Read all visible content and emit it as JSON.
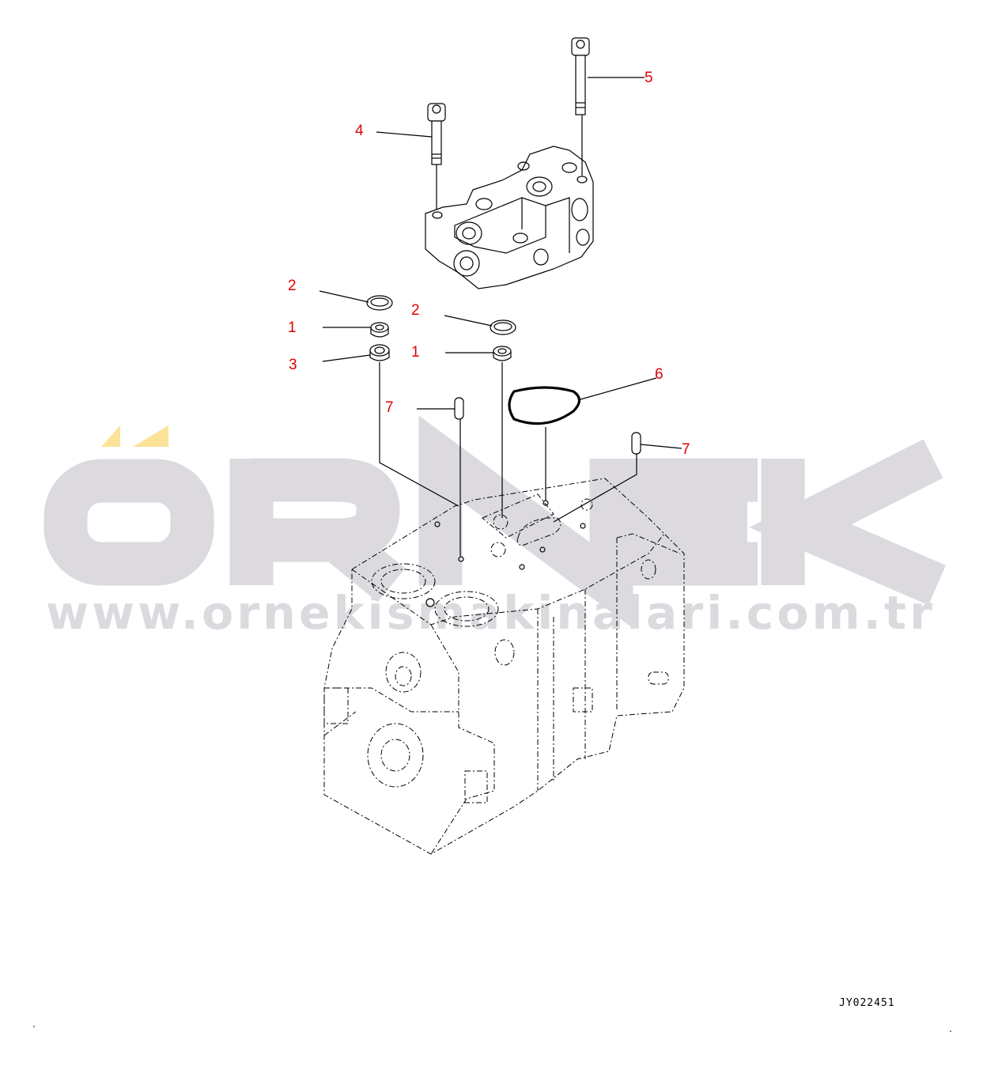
{
  "diagram": {
    "drawing_code": "JY022451",
    "callouts": [
      {
        "id": "callout-5",
        "label": "5"
      },
      {
        "id": "callout-4",
        "label": "4"
      },
      {
        "id": "callout-2a",
        "label": "2"
      },
      {
        "id": "callout-1a",
        "label": "1"
      },
      {
        "id": "callout-3",
        "label": "3"
      },
      {
        "id": "callout-2b",
        "label": "2"
      },
      {
        "id": "callout-1b",
        "label": "1"
      },
      {
        "id": "callout-7a",
        "label": "7"
      },
      {
        "id": "callout-6",
        "label": "6"
      },
      {
        "id": "callout-7b",
        "label": "7"
      }
    ],
    "callout_color": "#e00000"
  },
  "watermark": {
    "brand": "ÖRNEK",
    "brand_base": "ORNEK",
    "url": "www.ornekismakinalari.com.tr",
    "color": "#dcdadf",
    "umlaut_color": "#fbe39a"
  }
}
